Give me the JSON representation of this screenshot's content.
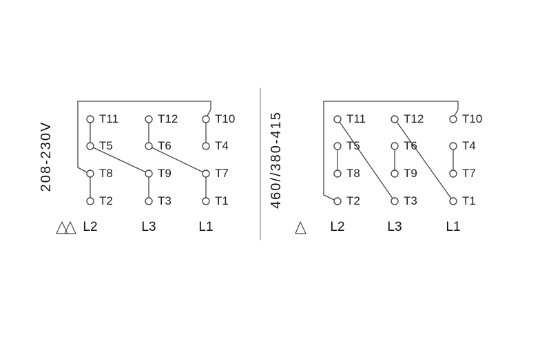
{
  "colors": {
    "background": "#ffffff",
    "line": "#454545",
    "text": "#1c1c1c"
  },
  "diagrams": [
    {
      "voltage_label": "208-230V",
      "connection_symbol": "ΔΔ",
      "terminals": [
        "T11",
        "T12",
        "T10",
        "T5",
        "T6",
        "T4",
        "T8",
        "T9",
        "T7",
        "T2",
        "T3",
        "T1"
      ],
      "line_labels": [
        "L2",
        "L3",
        "L1"
      ]
    },
    {
      "voltage_label": "460//380-415",
      "connection_symbol": "Δ",
      "terminals": [
        "T11",
        "T12",
        "T10",
        "T5",
        "T6",
        "T4",
        "T8",
        "T9",
        "T7",
        "T2",
        "T3",
        "T1"
      ],
      "line_labels": [
        "L2",
        "L3",
        "L1"
      ]
    }
  ]
}
